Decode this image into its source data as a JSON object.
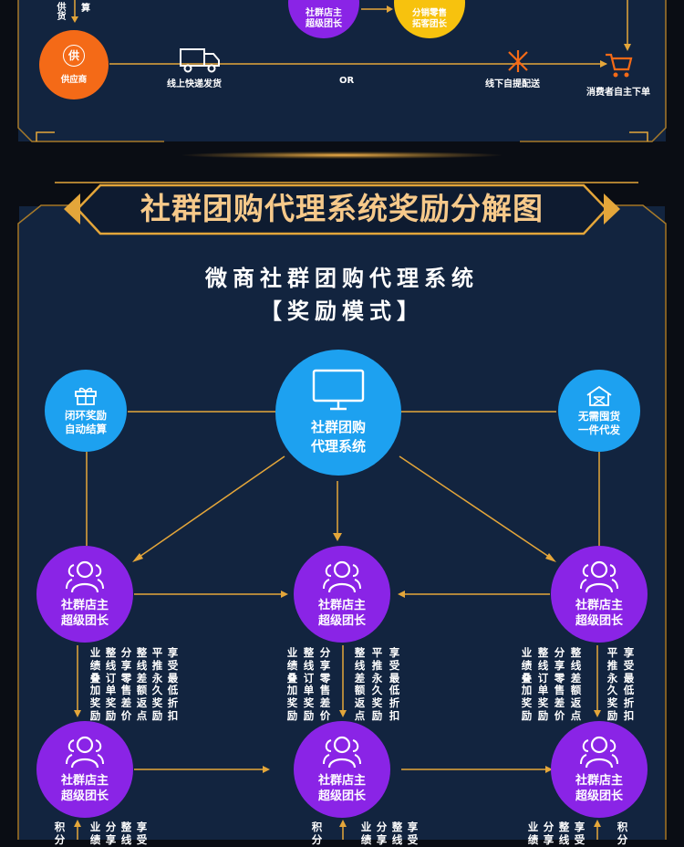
{
  "top_flow": {
    "supply_label": "供货",
    "settle_label": "算",
    "supplier_icon_char": "供",
    "supplier_label": "供应商",
    "leader_line1": "社群店主",
    "leader_line2": "超级团长",
    "distribute_line1": "分销零售",
    "distribute_line2": "拓客团长",
    "online_label": "线上快递发货",
    "or_label": "OR",
    "offline_label": "线下自提配送",
    "consumer_label": "消费者自主下单"
  },
  "banner": {
    "title": "社群团购代理系统奖励分解图"
  },
  "system": {
    "title": "微商社群团购代理系统",
    "subtitle": "【奖励模式】",
    "center_line1": "社群团购",
    "center_line2": "代理系统",
    "left_line1": "闭环奖励",
    "left_line2": "自动结算",
    "right_line1": "无需囤货",
    "right_line2": "一件代发"
  },
  "node": {
    "line1": "社群店主",
    "line2": "超级团长"
  },
  "columns": {
    "c1": "业绩叠加奖励",
    "c2": "整线订单奖励",
    "c3": "分享零售差价",
    "c4": "整线差额返点",
    "c5": "平推永久奖励",
    "c6": "享受最低折扣",
    "bottom_left": "积分",
    "bottom_a": "业绩",
    "bottom_b": "分享",
    "bottom_c": "整线",
    "bottom_d": "享受"
  },
  "colors": {
    "panel_bg": "#12243f",
    "gold": "#e4a63a",
    "purple": "#8a24e6",
    "blue": "#1da1f0",
    "orange": "#f46a17",
    "yellow": "#f7c20e"
  }
}
